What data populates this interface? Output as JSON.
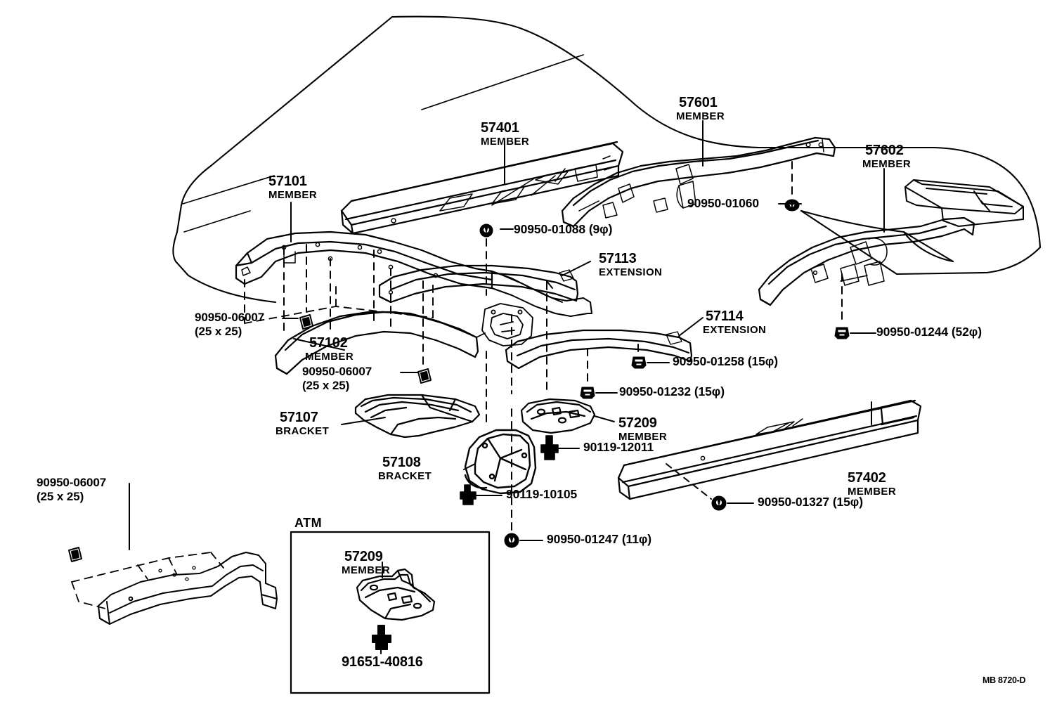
{
  "document": {
    "kind": "automotive-parts-illustration",
    "watermark": "MB 8720-D",
    "inset_title": "ATM"
  },
  "parts": {
    "p57101": {
      "number": "57101",
      "type": "MEMBER"
    },
    "p57102": {
      "number": "57102",
      "type": "MEMBER"
    },
    "p57107": {
      "number": "57107",
      "type": "BRACKET"
    },
    "p57108": {
      "number": "57108",
      "type": "BRACKET"
    },
    "p57113": {
      "number": "57113",
      "type": "EXTENSION"
    },
    "p57114": {
      "number": "57114",
      "type": "EXTENSION"
    },
    "p57209": {
      "number": "57209",
      "type": "MEMBER"
    },
    "p57209b": {
      "number": "57209",
      "type": "MEMBER"
    },
    "p57401": {
      "number": "57401",
      "type": "MEMBER"
    },
    "p57402": {
      "number": "57402",
      "type": "MEMBER"
    },
    "p57601": {
      "number": "57601",
      "type": "MEMBER"
    },
    "p57602": {
      "number": "57602",
      "type": "MEMBER"
    }
  },
  "hardware": {
    "h90950_06007_a": {
      "number": "90950-06007",
      "spec": "(25 x 25)"
    },
    "h90950_06007_b": {
      "number": "90950-06007",
      "spec": "(25 x 25)"
    },
    "h90950_06007_c": {
      "number": "90950-06007",
      "spec": "(25 x 25)"
    },
    "h90950_01088": {
      "label": "90950-01088 (9φ)"
    },
    "h90950_01060": {
      "label": "90950-01060"
    },
    "h90950_01244": {
      "label": "90950-01244 (52φ)"
    },
    "h90950_01258": {
      "label": "90950-01258 (15φ)"
    },
    "h90950_01232": {
      "label": "90950-01232 (15φ)"
    },
    "h90950_01327": {
      "label": "90950-01327 (15φ)"
    },
    "h90950_01247": {
      "label": "90950-01247 (11φ)"
    },
    "h90119_12011": {
      "label": "90119-12011"
    },
    "h90119_10105": {
      "label": "90119-10105"
    },
    "h91651_40816": {
      "label": "91651-40816"
    }
  },
  "colors": {
    "ink": "#000000",
    "paper": "#ffffff"
  }
}
